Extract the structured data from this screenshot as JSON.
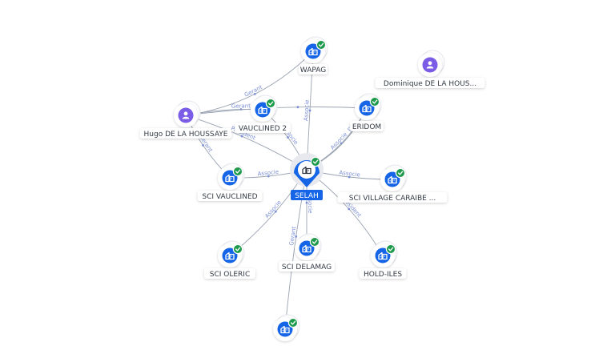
{
  "colors": {
    "edge": "#9aa3b2",
    "edge_label": "#7b8fd6",
    "company": "#1565e6",
    "person": "#7a5ce6",
    "check": "#1e9a4c",
    "center_label_bg": "#1565e6",
    "label_text": "#333a44"
  },
  "center": {
    "label": "SELAH",
    "icon": "building-icon"
  },
  "nodes": [
    {
      "id": "wapag",
      "label": "WAPAG",
      "kind": "company",
      "icon": "building-icon",
      "verified": true
    },
    {
      "id": "dominique",
      "label": "Dominique DE LA HOUS...",
      "kind": "person",
      "icon": "person-icon",
      "verified": false
    },
    {
      "id": "hugo",
      "label": "Hugo DE LA HOUSSAYE",
      "kind": "person",
      "icon": "person-icon",
      "verified": false
    },
    {
      "id": "vauclined2",
      "label": "VAUCLINED 2",
      "kind": "company",
      "icon": "building-icon",
      "verified": true
    },
    {
      "id": "eridom",
      "label": "ERIDOM",
      "kind": "company",
      "icon": "building-icon",
      "verified": true
    },
    {
      "id": "sci_vauclined",
      "label": "SCI VAUCLINED",
      "kind": "company",
      "icon": "building-icon",
      "verified": true
    },
    {
      "id": "sci_village",
      "label": "SCI VILLAGE CARAIBE ...",
      "kind": "company",
      "icon": "building-icon",
      "verified": true
    },
    {
      "id": "sci_oleric",
      "label": "SCI OLERIC",
      "kind": "company",
      "icon": "building-icon",
      "verified": true
    },
    {
      "id": "sci_delamag",
      "label": "SCI DELAMAG",
      "kind": "company",
      "icon": "building-icon",
      "verified": true
    },
    {
      "id": "hold_iles",
      "label": "HOLD-ILES",
      "kind": "company",
      "icon": "building-icon",
      "verified": true
    },
    {
      "id": "bottom",
      "label": "",
      "kind": "company",
      "icon": "building-icon",
      "verified": true
    }
  ],
  "edges": [
    {
      "from": "hugo",
      "to": "wapag",
      "label": "Gerant"
    },
    {
      "from": "hugo",
      "to": "vauclined2",
      "label": "Gerant"
    },
    {
      "from": "hugo",
      "to": "eridom",
      "label": ""
    },
    {
      "from": "hugo",
      "to": "sci_vauclined",
      "label": "Gerant"
    },
    {
      "from": "hugo",
      "to": "center",
      "label": "President"
    },
    {
      "from": "center",
      "to": "wapag",
      "label": "Associe"
    },
    {
      "from": "center",
      "to": "vauclined2",
      "label": "Associe"
    },
    {
      "from": "center",
      "to": "eridom",
      "label": "Associe"
    },
    {
      "from": "eridom",
      "to": "center",
      "label": "Dir"
    },
    {
      "from": "center",
      "to": "sci_vauclined",
      "label": "Associe"
    },
    {
      "from": "center",
      "to": "sci_village",
      "label": "Associe"
    },
    {
      "from": "center",
      "to": "sci_oleric",
      "label": "Associe"
    },
    {
      "from": "center",
      "to": "sci_delamag",
      "label": "Associe"
    },
    {
      "from": "center",
      "to": "hold_iles",
      "label": "President"
    },
    {
      "from": "center",
      "to": "bottom",
      "label": "Gerant"
    }
  ]
}
